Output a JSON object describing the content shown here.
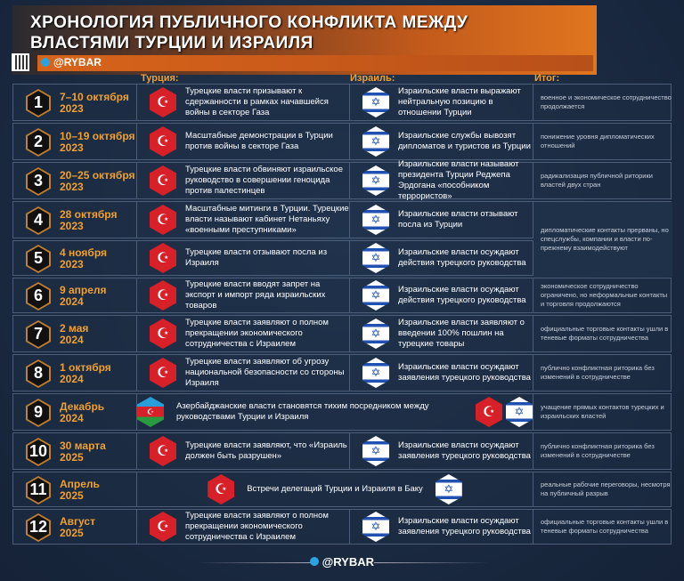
{
  "title": "ХРОНОЛОГИЯ ПУБЛИЧНОГО КОНФЛИКТА МЕЖДУ ВЛАСТЯМИ ТУРЦИИ И ИЗРАИЛЯ",
  "handle": "@RYBAR",
  "headers": {
    "turkey": "Турция:",
    "israel": "Израиль:",
    "outcome": "Итог:"
  },
  "colors": {
    "accent": "#f0a030",
    "turkey": "#d82028",
    "israel": "#2050b0"
  },
  "rows": [
    {
      "num": "1",
      "date": "7–10 октября",
      "year": "2023",
      "turkey": "Турецкие власти призывают к сдержанности в рамках начавшейся войны в секторе Газа",
      "israel": "Израильские власти выражают нейтральную позицию в отношении Турции",
      "outcome": "военное и экономическое сотрудничество продолжается"
    },
    {
      "num": "2",
      "date": "10–19 октября",
      "year": "2023",
      "turkey": "Масштабные демонстрации в Турции против войны в секторе Газа",
      "israel": "Израильские службы вывозят дипломатов и туристов из Турции",
      "outcome": "понижение уровня дипломатических отношений"
    },
    {
      "num": "3",
      "date": "20–25 октября",
      "year": "2023",
      "turkey": "Турецкие власти обвиняют израильское руководство в совершении геноцида против палестинцев",
      "israel": "Израильские власти называют президента Турции Реджепа Эрдогана «пособником террористов»",
      "outcome": "радикализация публичной риторики властей двух стран"
    },
    {
      "num": "4",
      "date": "28 октября",
      "year": "2023",
      "turkey": "Масштабные митинги в Турции. Турецкие власти называют кабинет Нетаньяху «военными преступниками»",
      "israel": "Израильские власти отзывают посла из Турции",
      "outcome": "дипломатические контакты прерваны, но спецслужбы, компании и власти по-прежнему взаимодействуют"
    },
    {
      "num": "5",
      "date": "4 ноября",
      "year": "2023",
      "turkey": "Турецкие власти отзывают посла из Израиля",
      "israel": "Израильские власти осуждают действия турецкого руководства"
    },
    {
      "num": "6",
      "date": "9 апреля",
      "year": "2024",
      "turkey": "Турецкие власти вводят запрет на экспорт и импорт ряда израильских товаров",
      "israel": "Израильские власти осуждают действия турецкого руководства",
      "outcome": "экономическое сотрудничество ограничено, но неформальные контакты и торговля продолжаются"
    },
    {
      "num": "7",
      "date": "2 мая",
      "year": "2024",
      "turkey": "Турецкие власти заявляют о полном прекращении экономического сотрудничества с Израилем",
      "israel": "Израильские власти заявляют о введении 100% пошлин на турецкие товары",
      "outcome": "официальные торговые контакты ушли в теневые форматы сотрудничества"
    },
    {
      "num": "8",
      "date": "1 октября",
      "year": "2024",
      "turkey": "Турецкие власти заявляют об угрозу национальной безопасности со стороны Израиля",
      "israel": "Израильские власти осуждают заявления турецкого руководства",
      "outcome": "публично конфликтная риторика без изменений в сотрудничестве"
    },
    {
      "num": "9",
      "date": "Декабрь",
      "year": "2024",
      "joint": "Азербайджанские власти становятся тихим посредником между руководствами Турции и Израиля",
      "outcome": "учащение прямых контактов турецких и израильских властей"
    },
    {
      "num": "10",
      "date": "30 марта",
      "year": "2025",
      "turkey": "Турецкие власти заявляют, что «Израиль должен быть разрушен»",
      "israel": "Израильские власти осуждают заявления турецкого руководства",
      "outcome": "публично конфликтная риторика без изменений в сотрудничестве"
    },
    {
      "num": "11",
      "date": "Апрель",
      "year": "2025",
      "joint": "Встречи делегаций Турции и Израиля в Баку",
      "outcome": "реальные рабочие переговоры, несмотря на публичный разрыв"
    },
    {
      "num": "12",
      "date": "Август",
      "year": "2025",
      "turkey": "Турецкие власти заявляют о полном прекращении экономического сотрудничества с Израилем",
      "israel": "Израильские власти осуждают заявления турецкого руководства",
      "outcome": "официальные торговые контакты ушли в теневые форматы сотрудничества"
    }
  ]
}
